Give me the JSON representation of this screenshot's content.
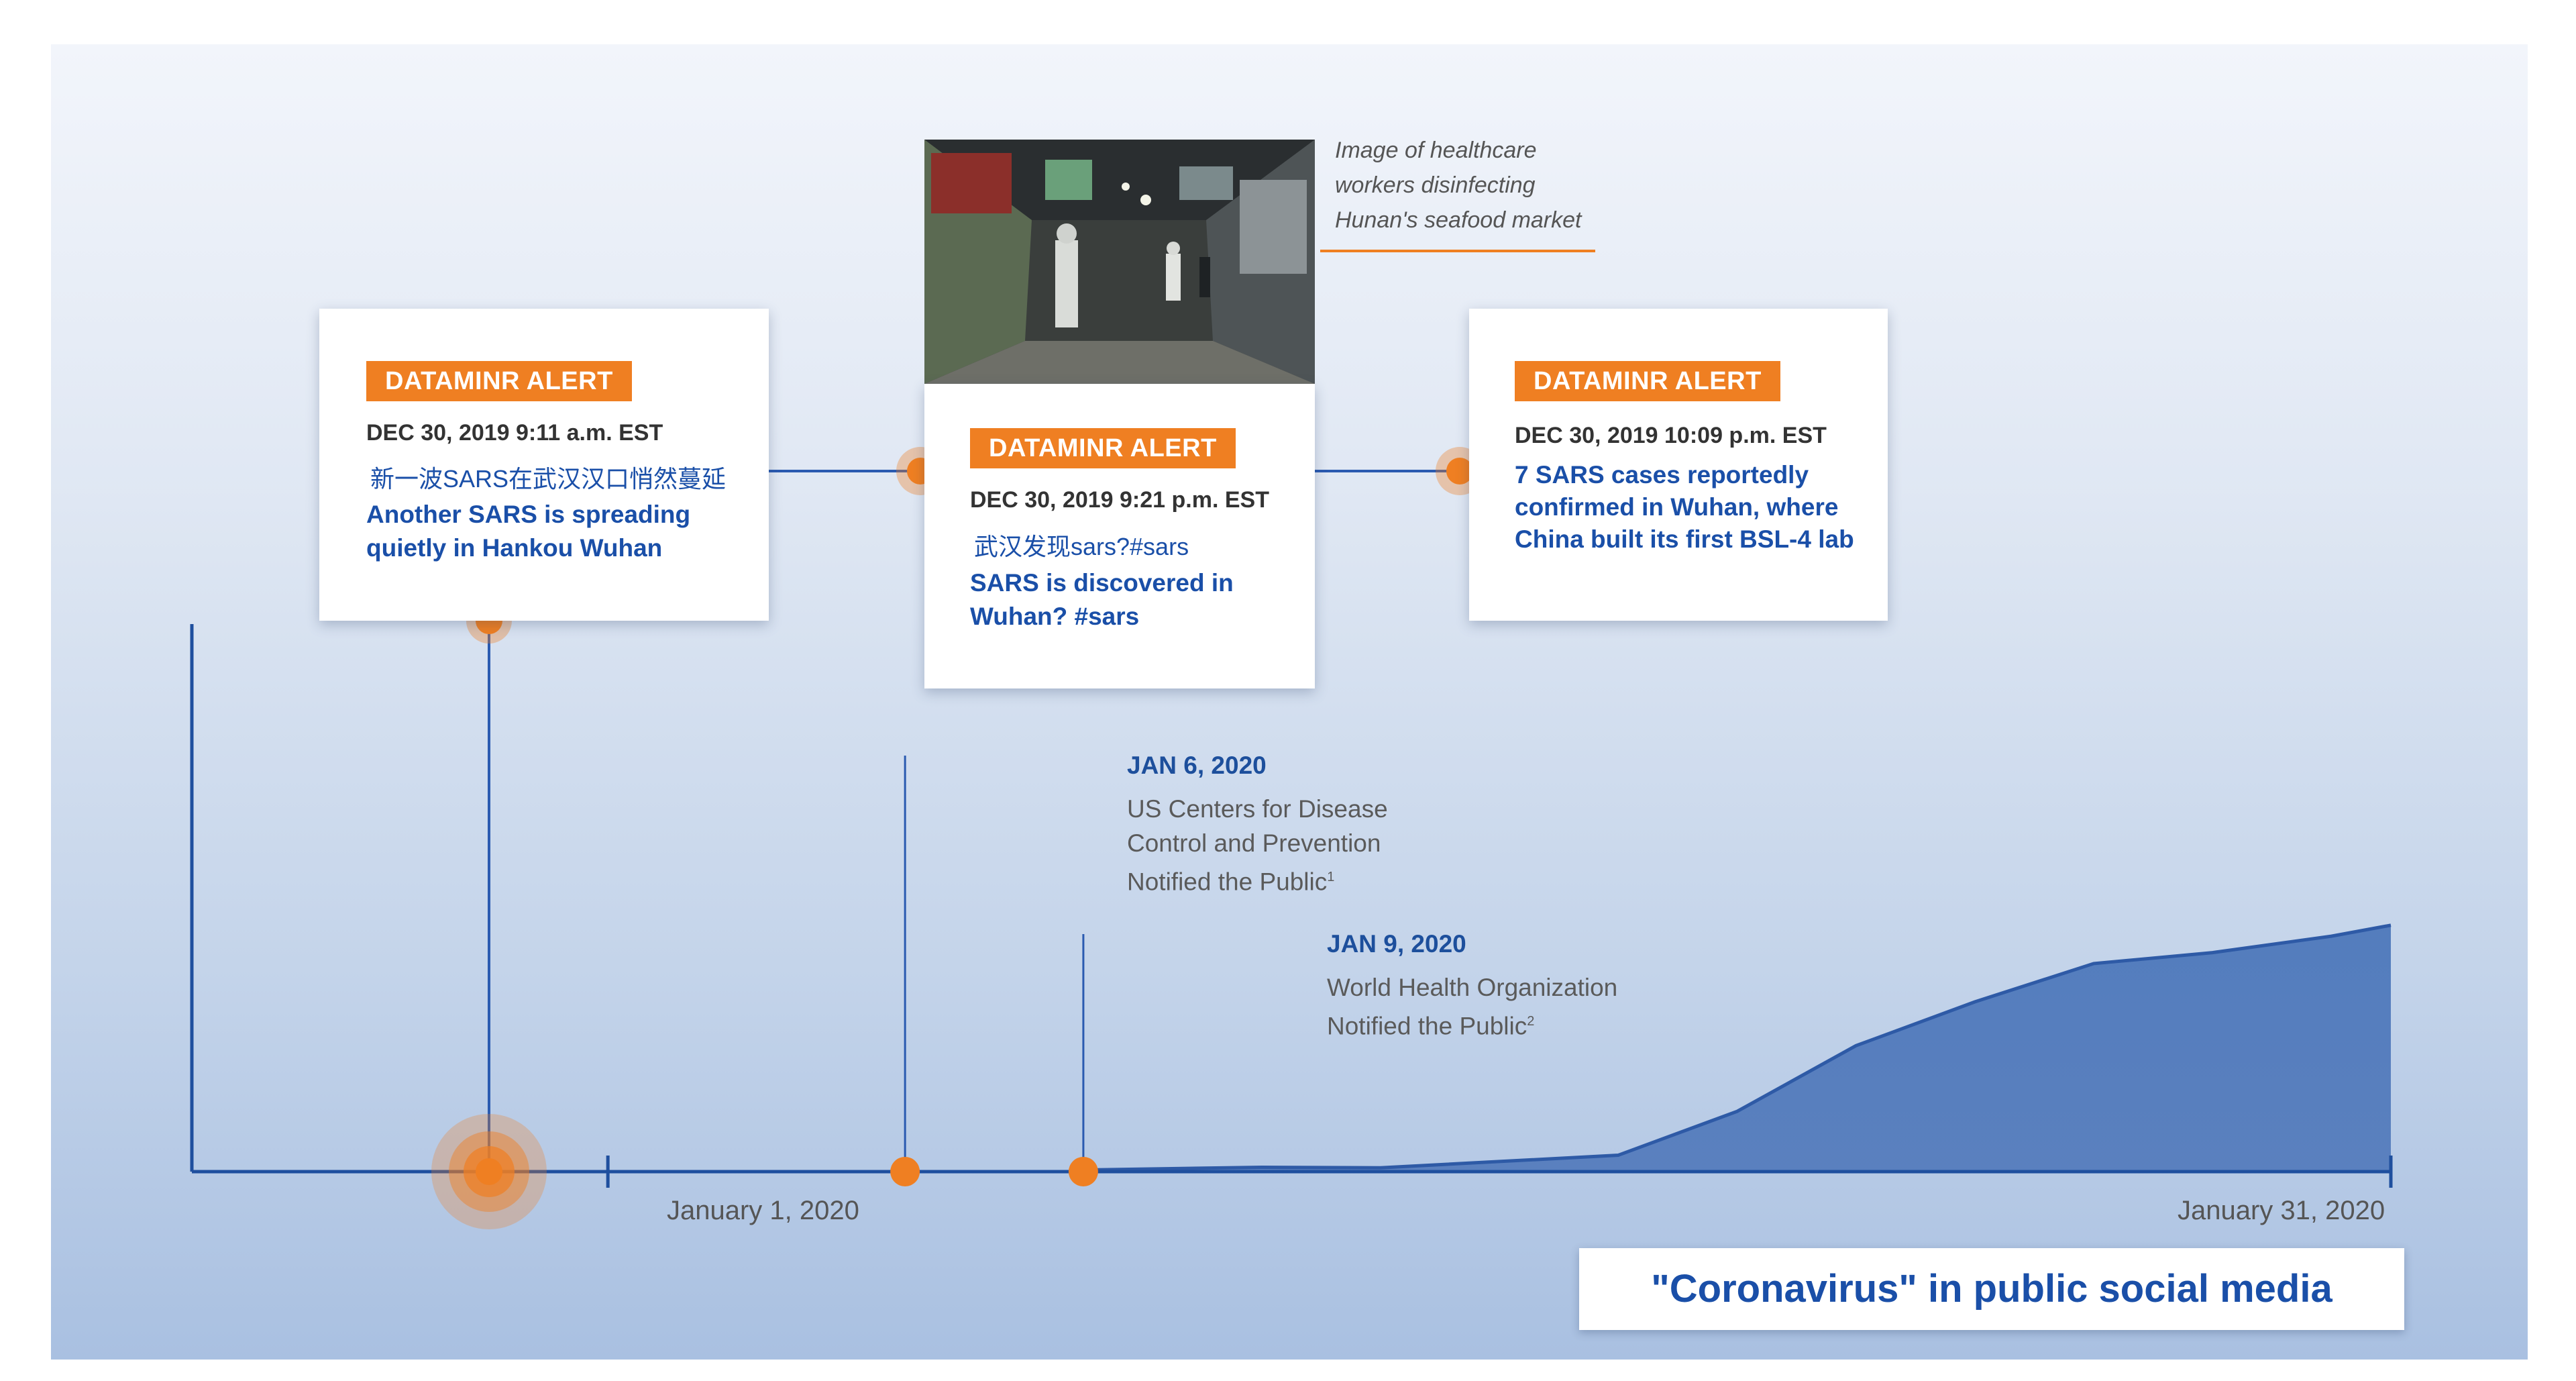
{
  "alerts": [
    {
      "badge": "DATAMINR ALERT",
      "timestamp": "DEC 30, 2019 9:11 a.m. EST",
      "original": "新一波SARS在武汉汉口悄然蔓延",
      "translation": "Another SARS is spreading quietly in Hankou Wuhan"
    },
    {
      "badge": "DATAMINR ALERT",
      "timestamp": "DEC 30, 2019 9:21 p.m. EST",
      "original": "武汉发现sars?#sars",
      "translation": "SARS is discovered in Wuhan? #sars"
    },
    {
      "badge": "DATAMINR ALERT",
      "timestamp": "DEC 30, 2019 10:09 p.m. EST",
      "original": "",
      "translation": "7 SARS cases reportedly confirmed in Wuhan, where China built its first BSL-4 lab"
    }
  ],
  "photo_caption": "Image of healthcare workers disinfecting Hunan's seafood market",
  "events": [
    {
      "date": "JAN 6, 2020",
      "text_lines": [
        "US Centers for Disease",
        "Control and Prevention",
        "Notified the Public"
      ],
      "footnote": "1"
    },
    {
      "date": "JAN 9, 2020",
      "text_lines": [
        "World Health Organization",
        "Notified the Public"
      ],
      "footnote": "2"
    }
  ],
  "legend": "\"Coronavirus\" in public social media",
  "colors": {
    "accent": "#ef7f22",
    "series": "#3f6db5",
    "text_blue": "#1a4fa8"
  },
  "chart_data": {
    "type": "area",
    "x_start": "2019-12-25",
    "x_end": "2020-01-31",
    "x_tick_labels": [
      "January 1, 2020",
      "January 31, 2020"
    ],
    "y_label": "",
    "series": [
      {
        "name": "\"Coronavirus\" in public social media",
        "x": [
          "2020-01-09",
          "2020-01-12",
          "2020-01-14",
          "2020-01-18",
          "2020-01-20",
          "2020-01-22",
          "2020-01-24",
          "2020-01-26",
          "2020-01-28",
          "2020-01-30",
          "2020-01-31"
        ],
        "y": [
          0.3,
          0.8,
          0.7,
          3,
          11,
          23,
          31,
          38,
          40,
          43,
          45
        ]
      }
    ],
    "y_relative_max": 100,
    "markers": [
      {
        "date": "2019-12-30",
        "label": "DATAMINR ALERT"
      },
      {
        "date": "2020-01-06",
        "label": "JAN 6, 2020"
      },
      {
        "date": "2020-01-09",
        "label": "JAN 9, 2020"
      }
    ]
  }
}
